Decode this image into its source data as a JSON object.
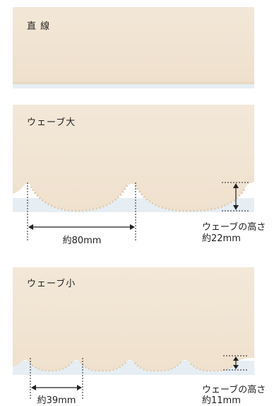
{
  "sections": [
    {
      "name": "直 線"
    },
    {
      "name": "ウェーブ大",
      "span_label": "約80mm",
      "height_label_1": "ウェーブの高さ",
      "height_label_2": "約22mm"
    },
    {
      "name": "ウェーブ小",
      "span_label": "約39mm",
      "height_label_1": "ウェーブの高さ",
      "height_label_2": "約11mm"
    }
  ],
  "colors": {
    "fabric": "#f2e6d6",
    "fabric_edge": "#e9dac6",
    "scallop_dot": "#e6d3b9",
    "shadow": "#e3ecf2"
  }
}
